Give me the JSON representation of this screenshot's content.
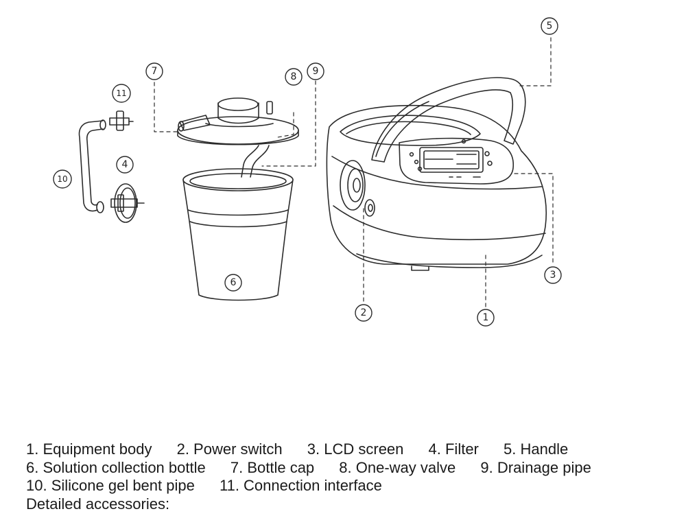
{
  "callouts": [
    {
      "id": "1",
      "label": "1"
    },
    {
      "id": "2",
      "label": "2"
    },
    {
      "id": "3",
      "label": "3"
    },
    {
      "id": "4",
      "label": "4"
    },
    {
      "id": "5",
      "label": "5"
    },
    {
      "id": "6",
      "label": "6"
    },
    {
      "id": "7",
      "label": "7"
    },
    {
      "id": "8",
      "label": "8"
    },
    {
      "id": "9",
      "label": "9"
    },
    {
      "id": "10",
      "label": "10"
    },
    {
      "id": "11",
      "label": "11"
    }
  ],
  "legend": {
    "lines": [
      [
        "1. Equipment body",
        "2. Power switch",
        "3. LCD screen",
        "4. Filter",
        "5. Handle"
      ],
      [
        "6. Solution collection bottle",
        "7. Bottle cap",
        "8. One-way valve",
        "9. Drainage pipe"
      ],
      [
        "10. Silicone gel bent pipe",
        "11. Connection interface"
      ],
      [
        "Detailed accessories:"
      ]
    ]
  },
  "colors": {
    "line": "#2b2b2b",
    "background": "#ffffff"
  }
}
